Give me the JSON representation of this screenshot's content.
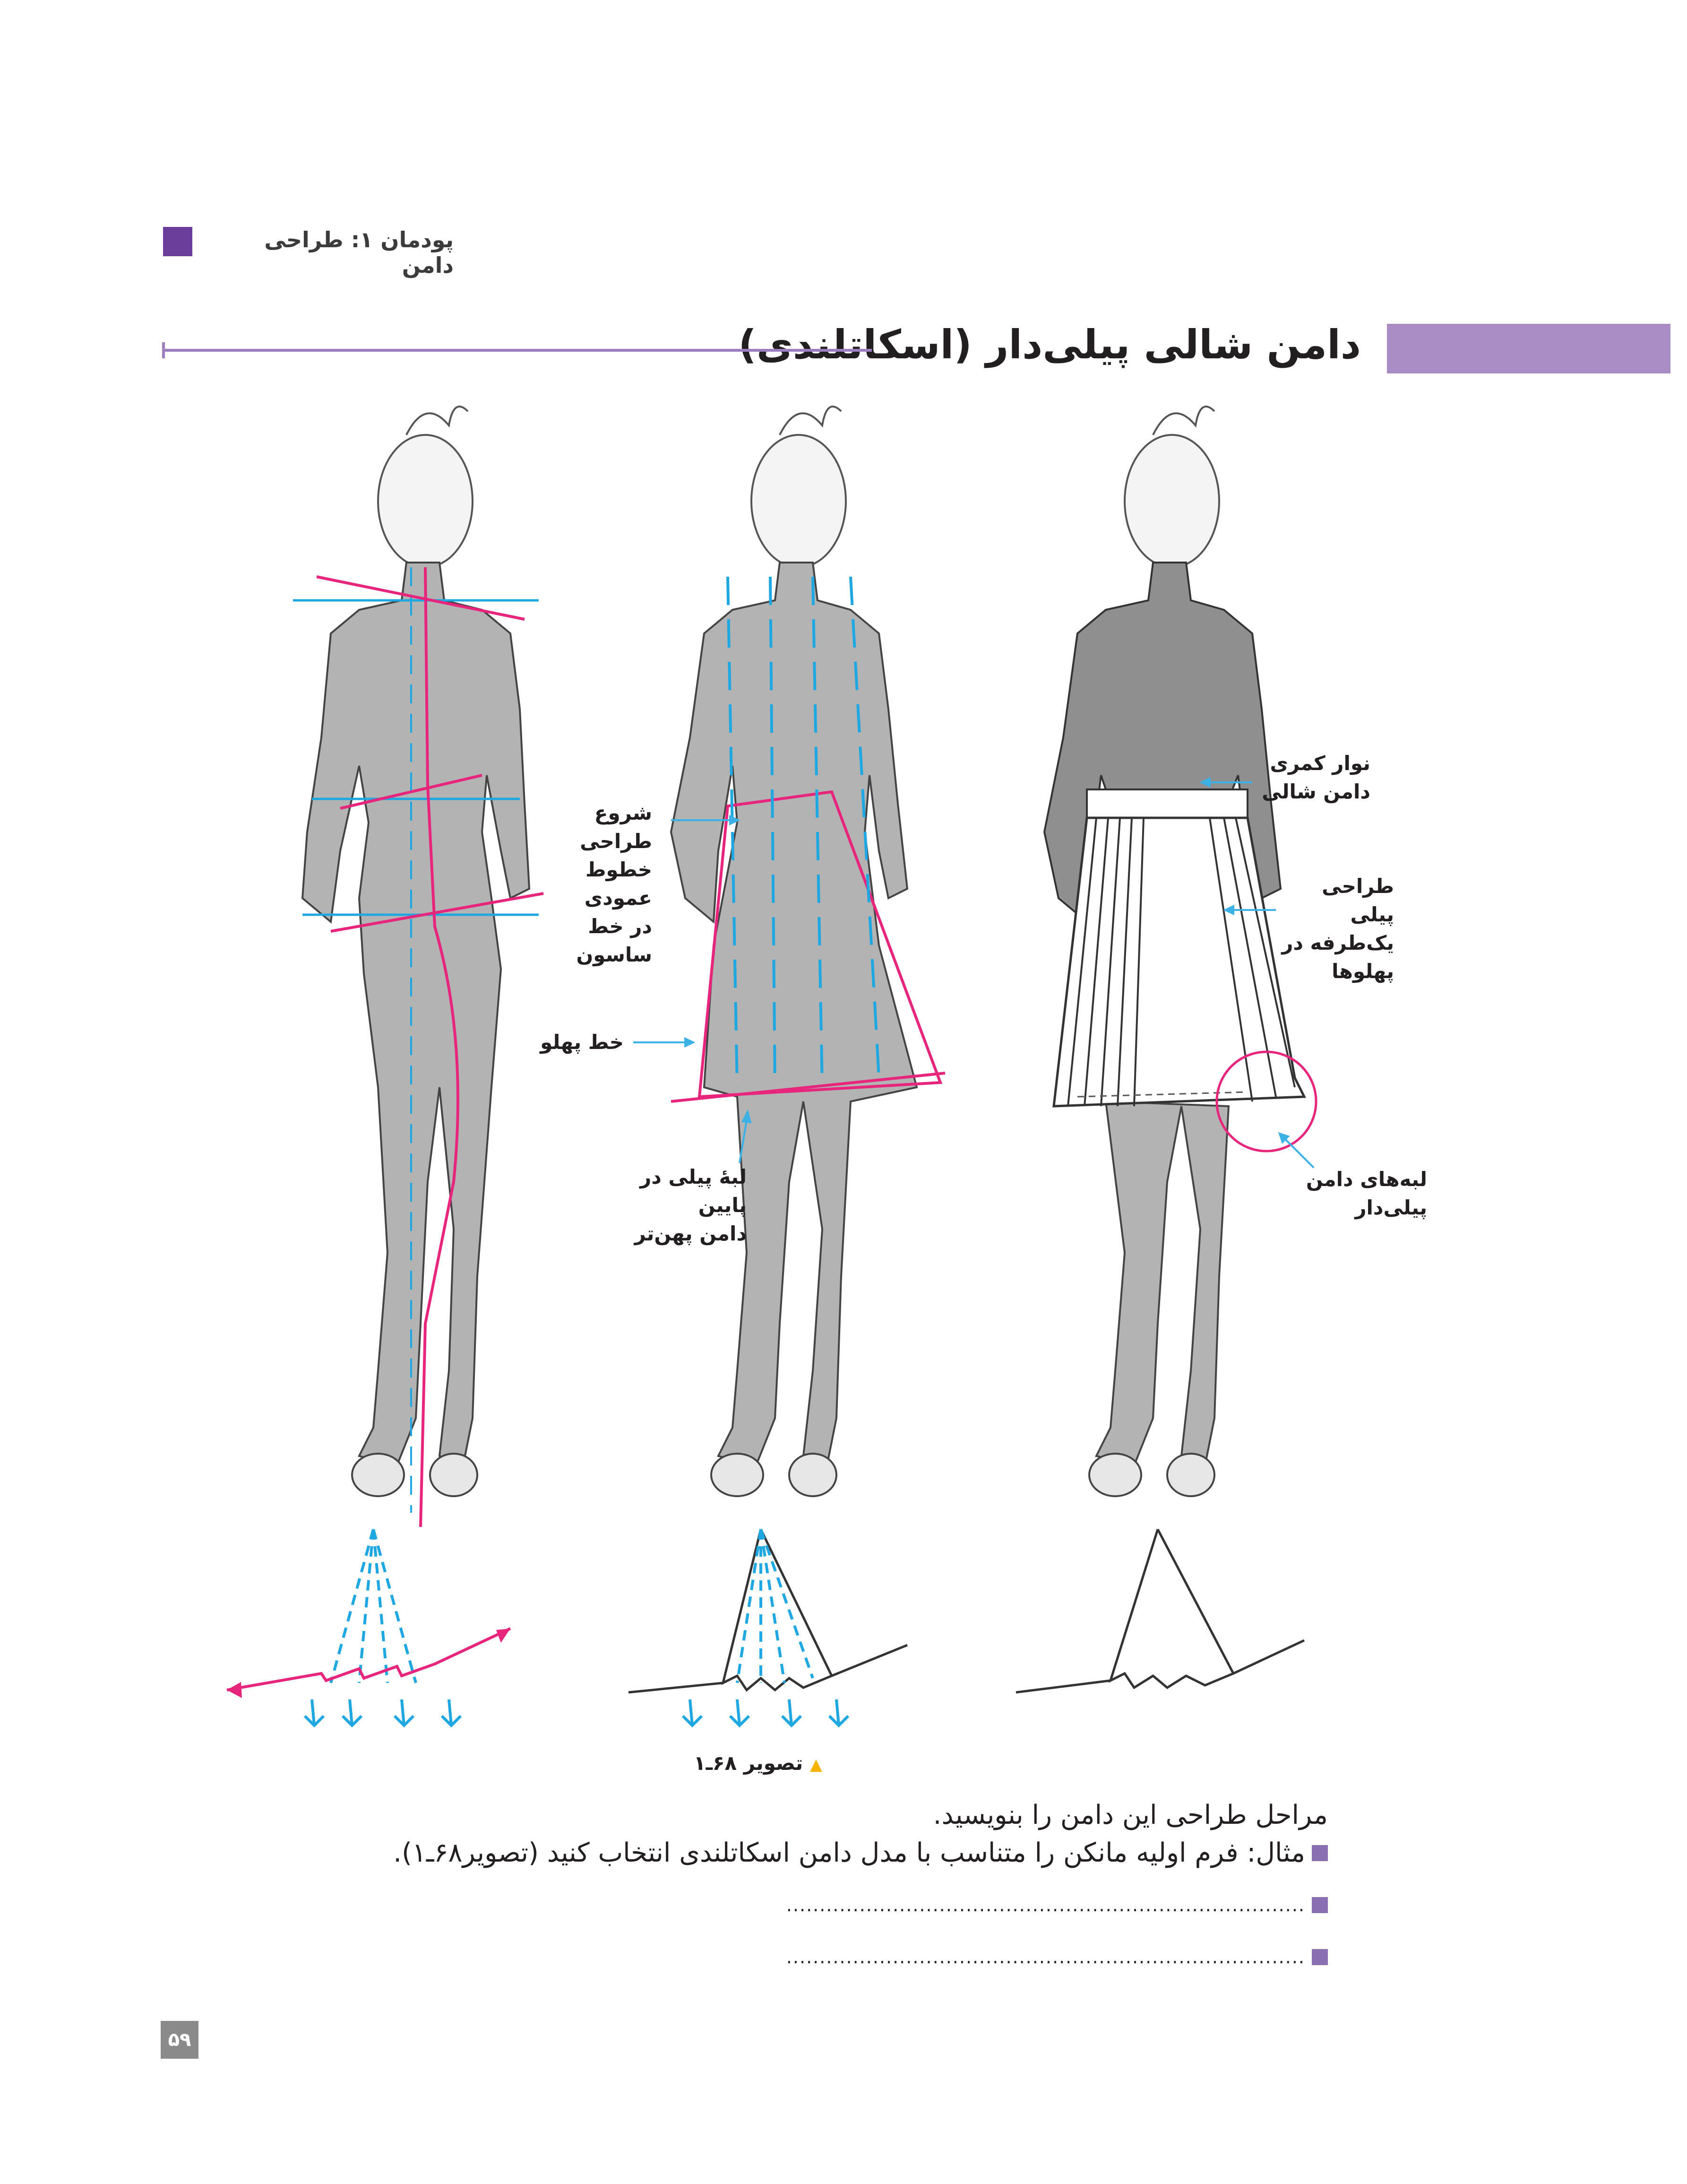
{
  "header": {
    "module_label": "پودمان ۱: طراحی دامن",
    "accent_color": "#6a3d9a"
  },
  "section": {
    "title": "دامن شالی پیلی‌دار (اسکاتلندی)",
    "bar_color": "#a98cc6"
  },
  "figure": {
    "annotations": {
      "start_vertical_lines": [
        "شروع طراحی",
        "خطوط عمودی",
        "در خط ساسون"
      ],
      "side_line": "خط پهلو",
      "pleat_hem": [
        "لبهٔ پیلی در پایین",
        "دامن پهن‌تر"
      ],
      "waistband": [
        "نوار کمری",
        "دامن شالی"
      ],
      "one_way_pleats": [
        "طراحی پیلی",
        "یک‌طرفه در",
        "پهلوها"
      ],
      "pleated_hems": "لبه‌های دامن پیلی‌دار"
    },
    "caption": "تصویر ۶۸ـ۱",
    "caption_icon": "triangle-marker-icon",
    "line_colors": {
      "construction_pink": "#e8257d",
      "construction_blue": "#1ea7e1",
      "annotation_blue": "#3bb1e6",
      "figure_gray": "#b3b3b3"
    }
  },
  "exercise": {
    "instruction": "مراحل طراحی این دامن را بنویسید.",
    "items": [
      "مثال: فرم اولیه مانکن را متناسب با مدل دامن اسکاتلندی انتخاب کنید (تصویر۶۸ـ۱).",
      "..............................................................................",
      ".............................................................................."
    ]
  },
  "page_number": "۵۹"
}
